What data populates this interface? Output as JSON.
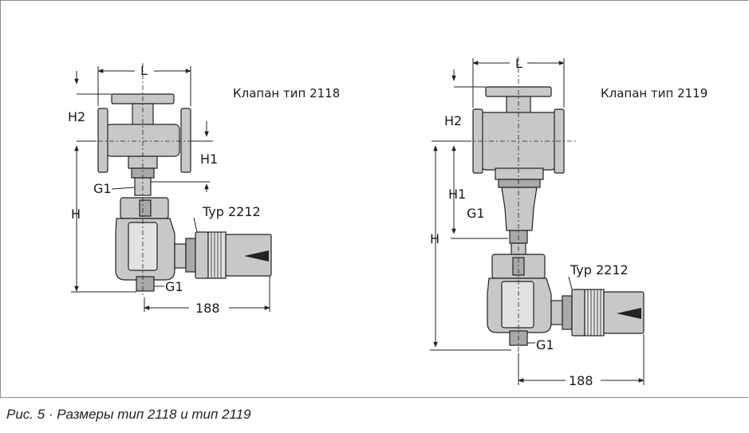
{
  "caption": "Рис. 5 · Размеры тип 2118 и тип 2119",
  "valve_2118": {
    "title": "Клапан тип 2118",
    "dim_L": "L",
    "dim_H2": "H2",
    "dim_H1": "H1",
    "dim_H": "H",
    "thread_top": "G1",
    "thread_bottom": "G1",
    "actuator": "Typ 2212",
    "dim_188": "188"
  },
  "valve_2119": {
    "title": "Клапан тип 2119",
    "dim_L": "L",
    "dim_H2": "H2",
    "dim_H1": "H1",
    "dim_H": "H",
    "thread_top": "G1",
    "thread_bottom": "G1",
    "actuator": "Typ 2212",
    "dim_188": "188"
  }
}
